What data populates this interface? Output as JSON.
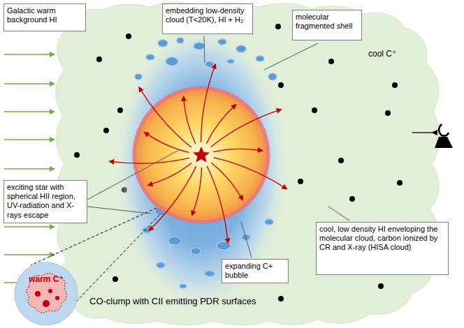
{
  "diagram": {
    "nodes": [
      {
        "text": [
          "Galactic warm background HI"
        ]
      },
      {
        "text": [
          "embedding low-density cloud (T<20K), HI + H₂"
        ]
      },
      {
        "text": [
          "molecular fragmented shell"
        ]
      },
      {
        "text": [
          "exciting star with spherical HII region, UV-radiation and X-rays escape"
        ]
      },
      {
        "text": [
          "cool, low density HI enveloping the molecular cloud, carbon ionized by CR and X-ray (HISA cloud)"
        ]
      },
      {
        "text": [
          "expanding C+ bubble"
        ]
      },
      {
        "text": [
          "warm C⁺"
        ]
      }
    ],
    "labels": [
      "cool C⁺",
      "CO-clump with CII emitting PDR surfaces"
    ]
  }
}
